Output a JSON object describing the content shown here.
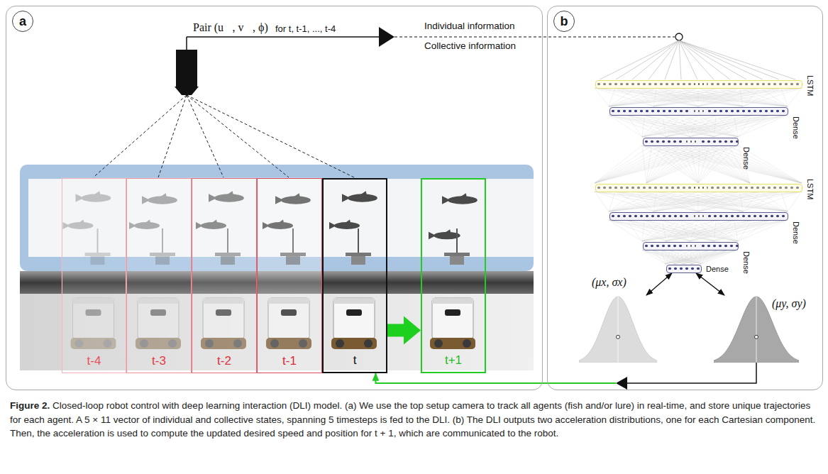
{
  "diagram": {
    "caption": "Figure 2. Closed-loop robot control with deep learning interaction (DLI) model. (a) We use the top setup camera to track all agents (fish and/or lure) in real-time, and store unique trajectories for each agent. A 5 × 11 vector of individual and collective states, spanning 5 timesteps is fed to the DLI. (b) The DLI outputs two acceleration distributions, one for each Cartesian component. Then, the acceleration is used to compute the updated desired speed and position for t + 1, which are communicated to the robot.",
    "nodes": [
      {
        "text": [
          "a"
        ]
      },
      {
        "text": [
          "t-4"
        ],
        "in": 0
      },
      {
        "text": [
          "t-3"
        ],
        "in": 0
      },
      {
        "text": [
          "t-2"
        ],
        "in": 0
      },
      {
        "text": [
          "t-1"
        ],
        "in": 0
      },
      {
        "text": [
          "t"
        ],
        "in": 0
      },
      {
        "text": [
          "t+1"
        ],
        "in": 0
      },
      {
        "text": [
          "b"
        ]
      },
      {
        "text": [
          "LSTM"
        ],
        "in": 7
      },
      {
        "text": [
          "Dense"
        ],
        "in": 7
      },
      {
        "text": [
          "Dense"
        ],
        "in": 7
      },
      {
        "text": [
          "LSTM"
        ],
        "in": 7
      },
      {
        "text": [
          "Dense"
        ],
        "in": 7
      },
      {
        "text": [
          "Dense"
        ],
        "in": 7
      },
      {
        "text": [
          "Dense"
        ],
        "in": 7
      },
      {
        "text": [
          "(μx, σx)"
        ],
        "in": 7
      },
      {
        "text": [
          "(μy, σy)"
        ],
        "in": 7
      }
    ],
    "edges": [
      {
        "from": 5,
        "to": 6,
        "arrow": "to"
      },
      {
        "from": 14,
        "to": 15,
        "arrow": "both"
      },
      {
        "from": 14,
        "to": 16,
        "arrow": "both"
      },
      {
        "from": 16,
        "to": 5,
        "arrow": "to"
      }
    ],
    "labels": [
      "Pair (u⃗, v⃗, ϕ)",
      "for t, t-1, ..., t-4",
      "Individual information",
      "Collective information"
    ]
  }
}
